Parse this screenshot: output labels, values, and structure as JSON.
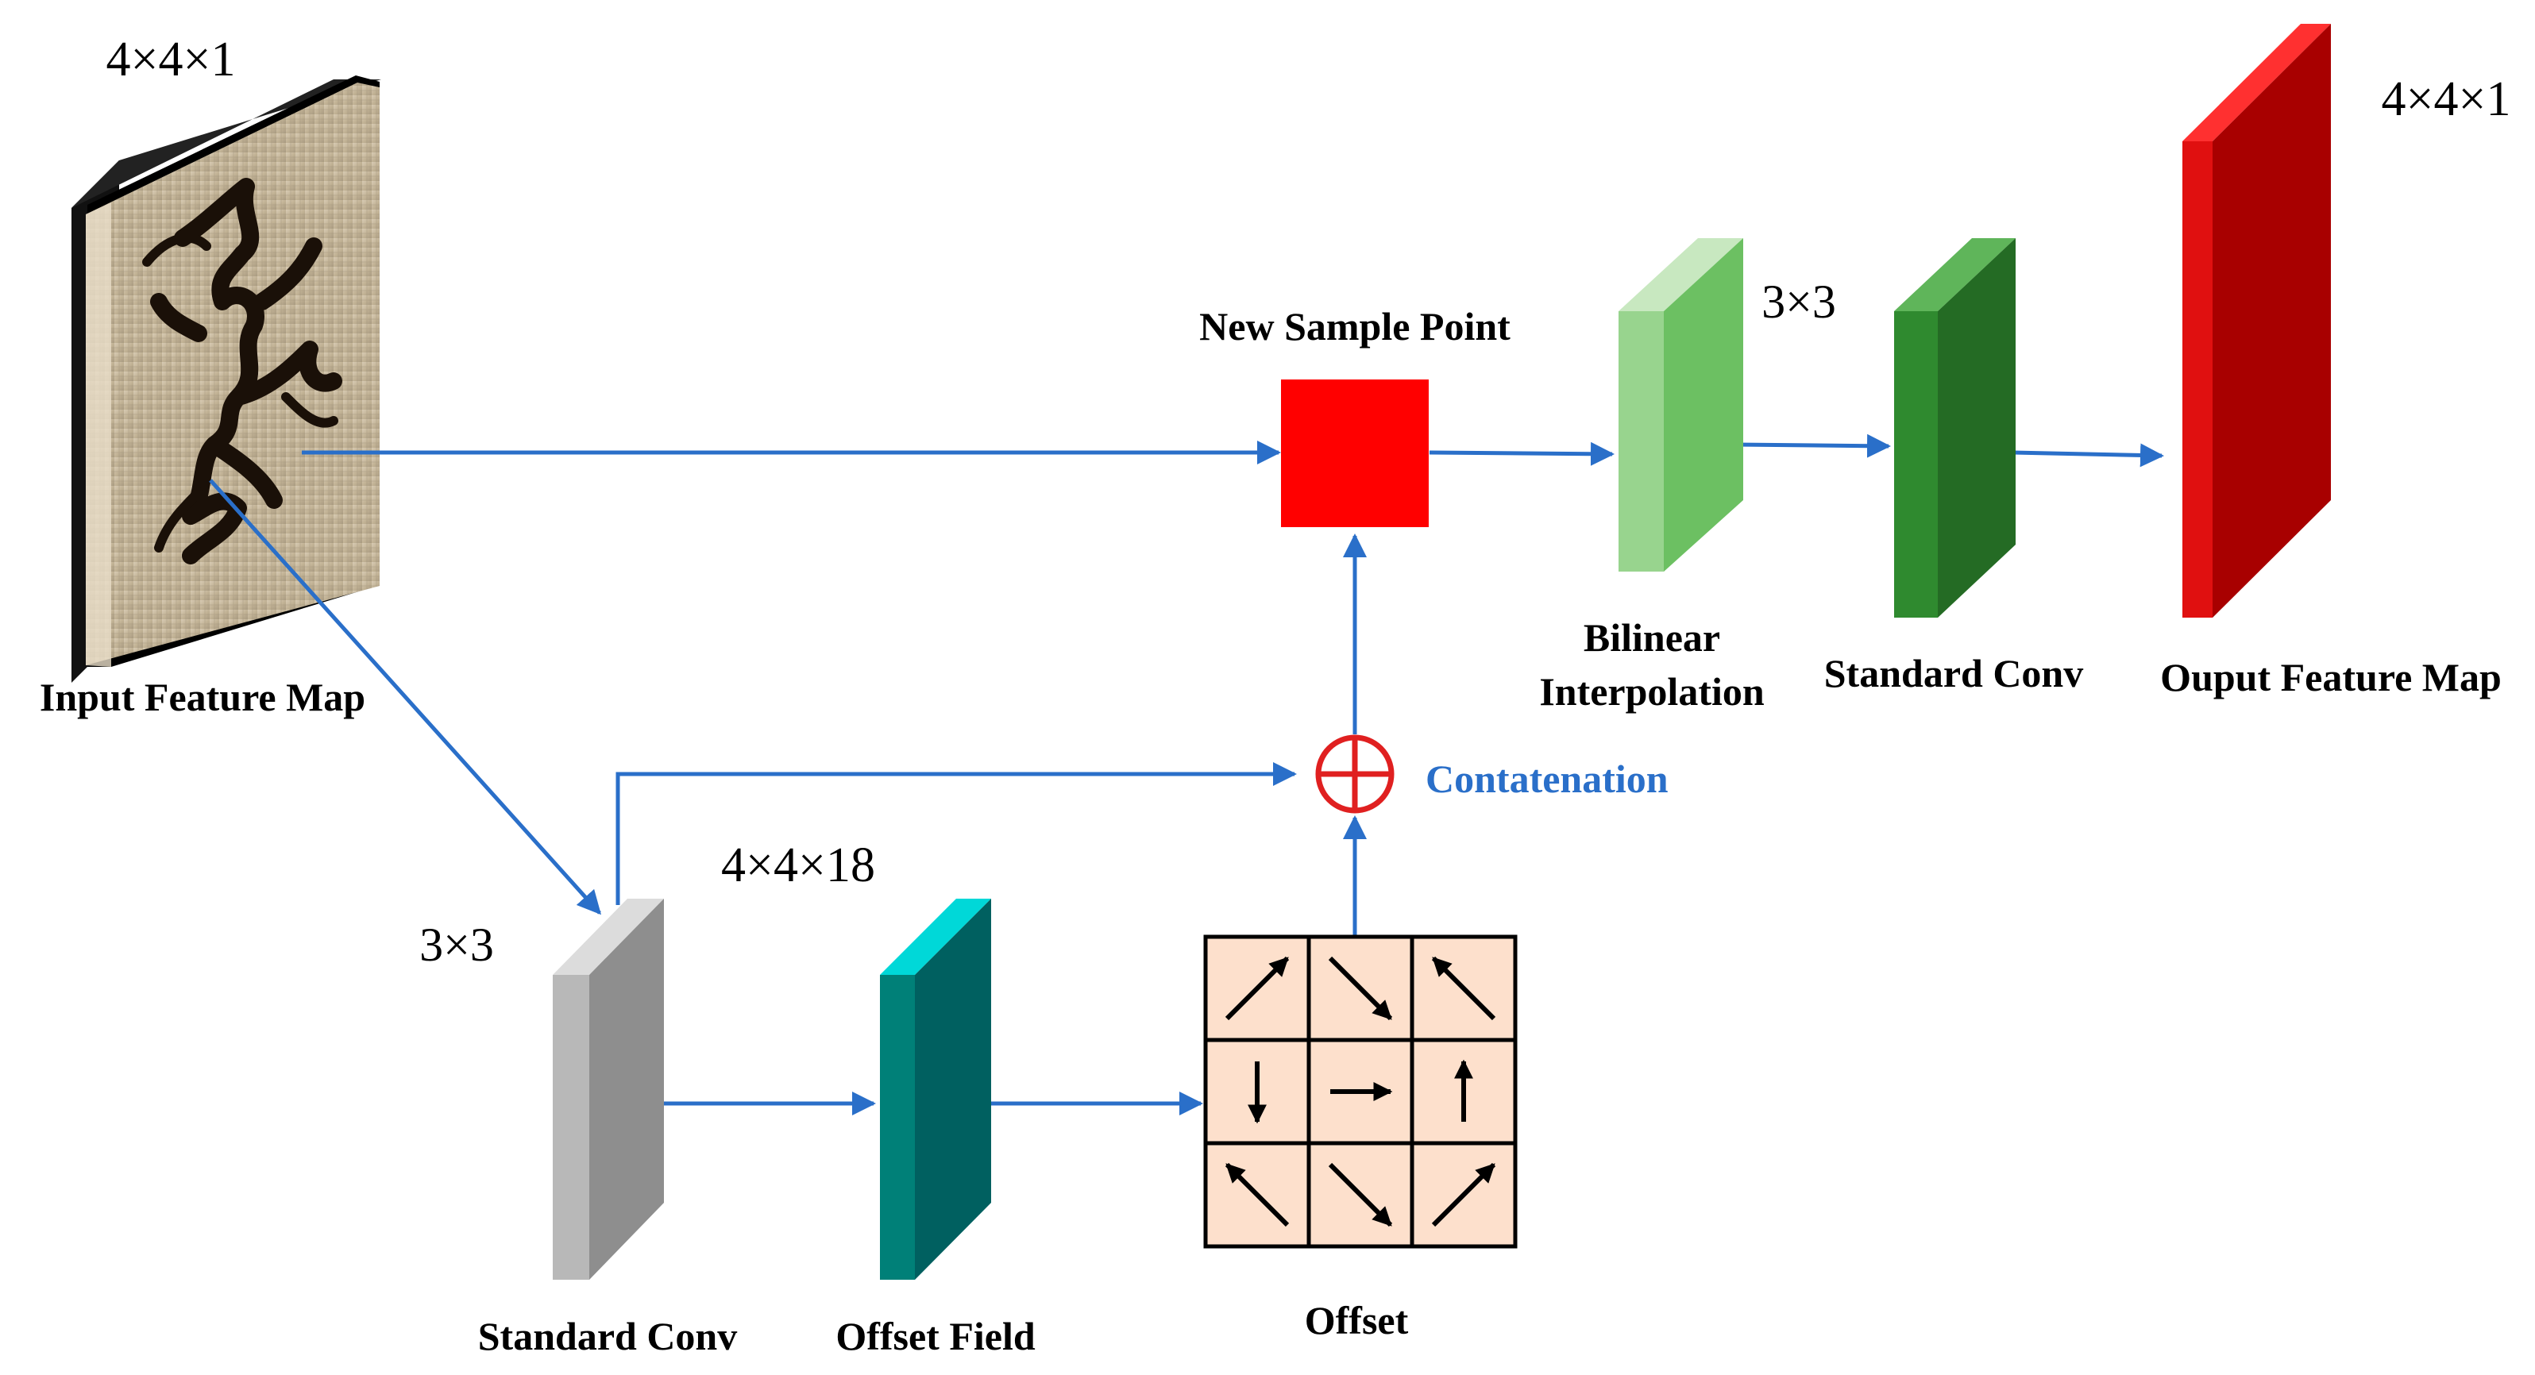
{
  "labels": {
    "input_feature_map": "Input Feature Map",
    "input_dims": "4×4×1",
    "new_sample_point": "New Sample Point",
    "bilinear_line1": "Bilinear",
    "bilinear_line2": "Interpolation",
    "bilinear_kernel": "3×3",
    "standard_conv_top": "Standard Conv",
    "output_feature_map": "Ouput Feature Map",
    "output_dims": "4×4×1",
    "concatenation": "Contatenation",
    "offset_kernel": "3×3",
    "offset_dims": "4×4×18",
    "standard_conv_bottom": "Standard Conv",
    "offset_field": "Offset Field",
    "offset": "Offset"
  },
  "colors": {
    "arrow": "#2a6fc9",
    "sample_point": "#ff0000",
    "concat": "#e02020",
    "bilinear_front": "#98d48e",
    "bilinear_side": "#6cc062",
    "bilinear_top": "#c8e8c0",
    "conv_green_front": "#2f8a2f",
    "conv_green_side": "#246b24",
    "conv_green_top": "#5fb55a",
    "output_front": "#a80000",
    "output_side": "#e01010",
    "output_top": "#ff3030",
    "gray_front": "#b8b8b8",
    "gray_side": "#8e8e8e",
    "gray_top": "#dcdcdc",
    "teal_front": "#008078",
    "teal_side": "#006060",
    "teal_top": "#00d8d8",
    "offset_grid_fill": "#fde0cc"
  },
  "offset_grid": {
    "rows": 3,
    "cols": 3,
    "directions": [
      "up-right",
      "down-right",
      "up-left",
      "down",
      "right",
      "up",
      "up-left",
      "down-right",
      "up-right"
    ]
  }
}
